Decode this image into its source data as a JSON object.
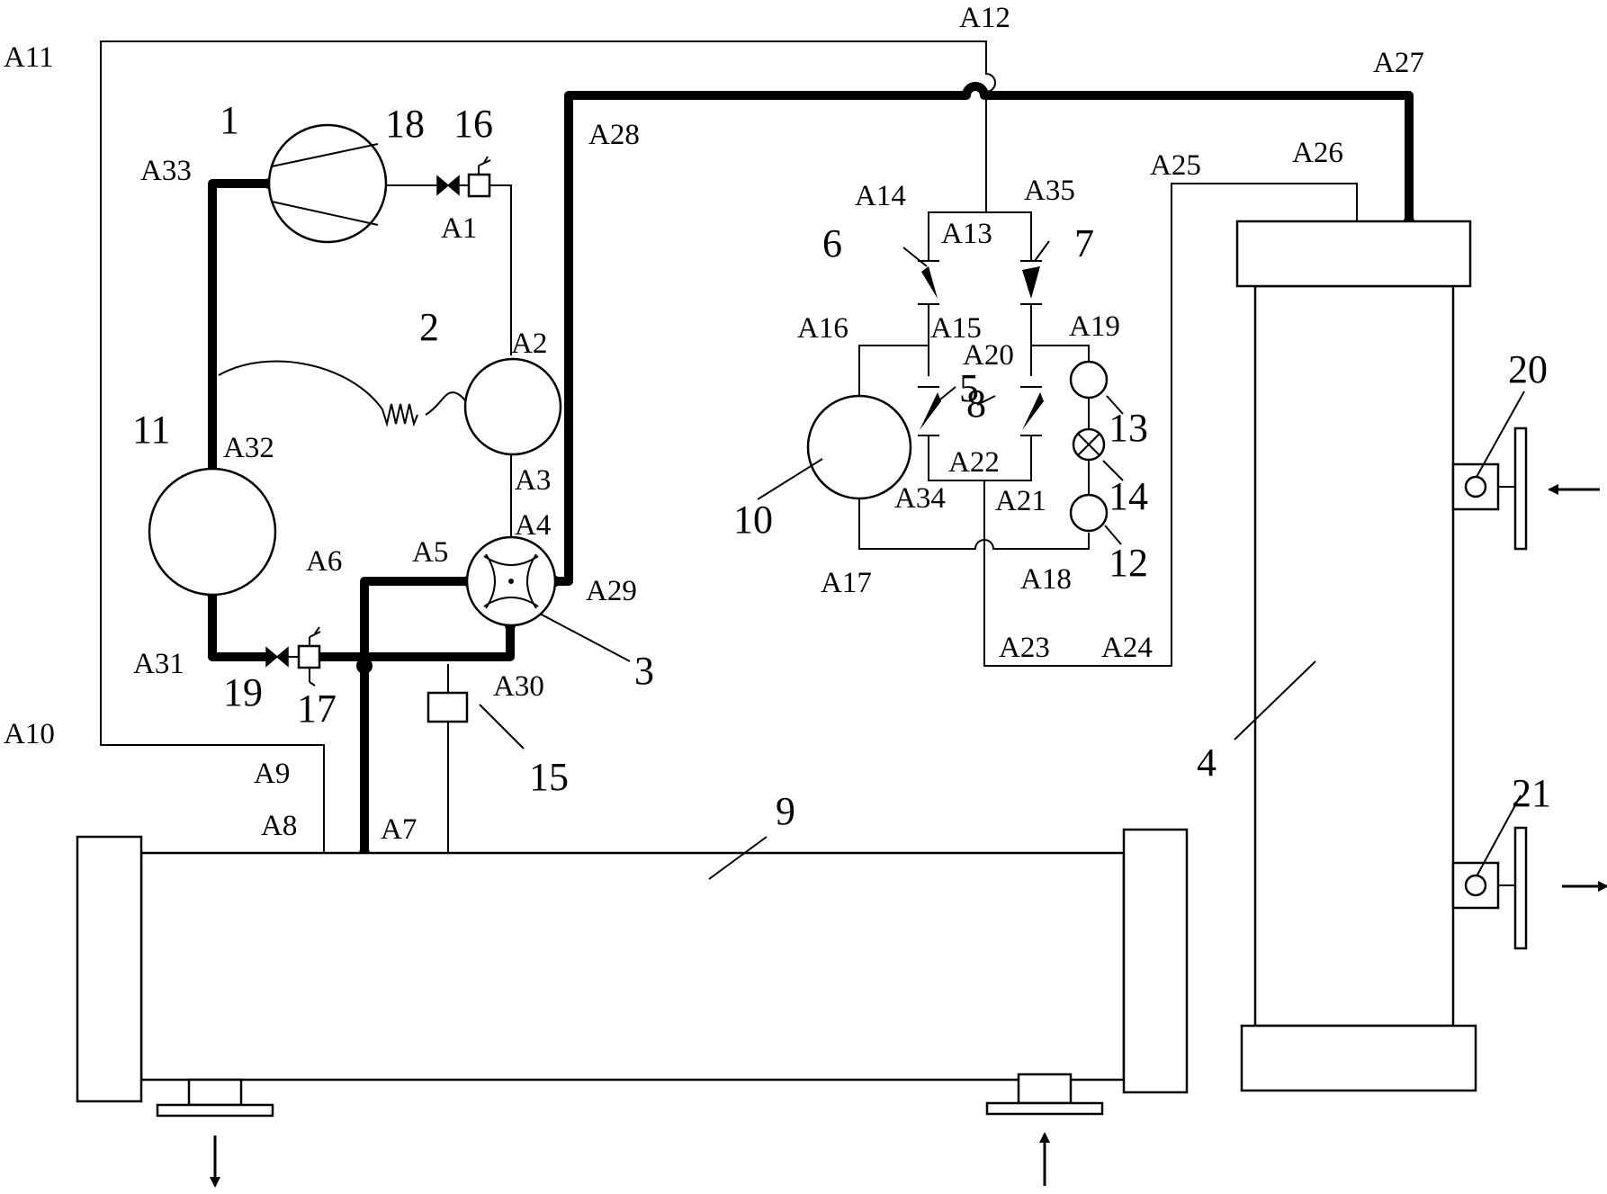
{
  "node_labels": {
    "A1": "A1",
    "A2": "A2",
    "A3": "A3",
    "A4": "A4",
    "A5": "A5",
    "A6": "A6",
    "A7": "A7",
    "A8": "A8",
    "A9": "A9",
    "A10": "A10",
    "A11": "A11",
    "A12": "A12",
    "A13": "A13",
    "A14": "A14",
    "A15": "A15",
    "A16": "A16",
    "A17": "A17",
    "A18": "A18",
    "A19": "A19",
    "A20": "A20",
    "A21": "A21",
    "A22": "A22",
    "A23": "A23",
    "A24": "A24",
    "A25": "A25",
    "A26": "A26",
    "A27": "A27",
    "A28": "A28",
    "A29": "A29",
    "A30": "A30",
    "A31": "A31",
    "A32": "A32",
    "A33": "A33",
    "A34": "A34",
    "A35": "A35"
  },
  "component_numbers": {
    "n1": "1",
    "n2": "2",
    "n3": "3",
    "n4": "4",
    "n5": "5",
    "n6": "6",
    "n7": "7",
    "n8": "8",
    "n9": "9",
    "n10": "10",
    "n11": "11",
    "n12": "12",
    "n13": "13",
    "n14": "14",
    "n15": "15",
    "n16": "16",
    "n17": "17",
    "n18": "18",
    "n19": "19",
    "n20": "20",
    "n21": "21"
  }
}
